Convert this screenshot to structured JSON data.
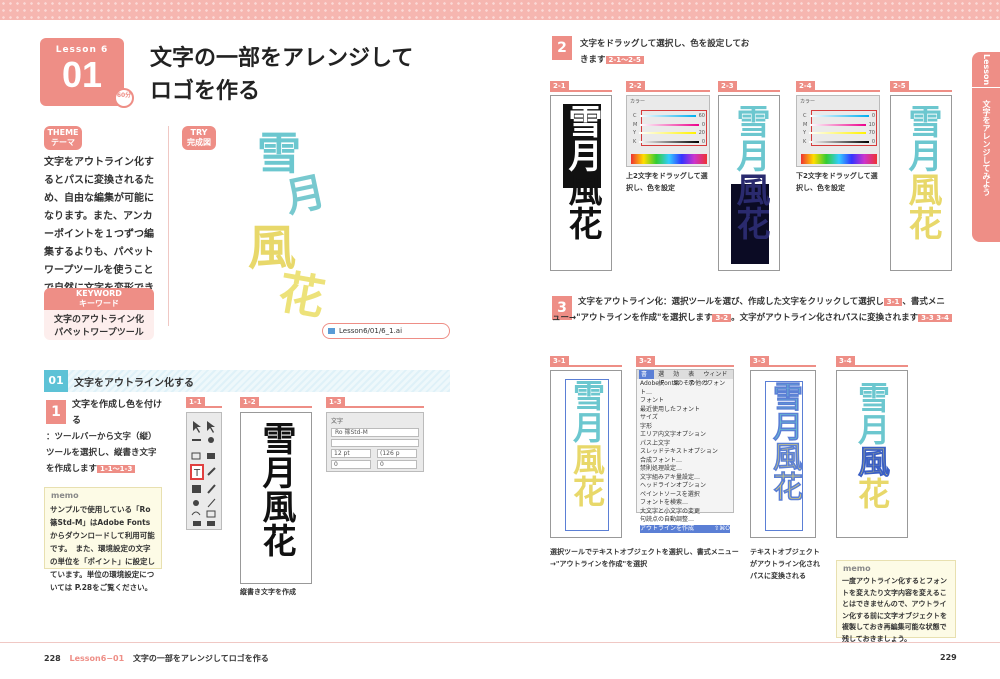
{
  "header": {
    "lesson_label": "Lesson 6",
    "lesson_number": "01",
    "timer": "60分",
    "title_line1": "文字の一部をアレンジして",
    "title_line2": "ロゴを作る"
  },
  "theme": {
    "label1": "THEME",
    "label2": "テーマ",
    "text": "文字をアウトライン化するとパスに変換されるため、自由な編集が可能になります。また、アンカーポイントを１つずつ編集するよりも、パペットワープツールを使うことで自然に文字を変形できます。"
  },
  "try_label": {
    "label1": "TRY",
    "label2": "完成図"
  },
  "keyword": {
    "label1": "KEYWORD",
    "label2": "キーワード",
    "line1": "文字のアウトライン化",
    "line2": "パペットワープツール"
  },
  "file": "Lesson6/01/6_1.ai",
  "section": {
    "number": "01",
    "title": "文字をアウトライン化する"
  },
  "step1": {
    "num": "1",
    "text_bold": "文字を作成し色を付ける",
    "text": "：ツールバーから文字（縦）ツールを選択し、縦書き文字を作成します",
    "ref": "1-1～1-3"
  },
  "memo1": {
    "head": "memo",
    "text": "サンプルで使用している「Ro 篠Std-M」はAdobe Fontsからダウンロードして利用可能です。　また、環境設定の文字の単位を「ポイント」に設定しています。単位の環境設定については P.28をご覧ください。"
  },
  "fig_tags": {
    "t11": "1-1",
    "t12": "1-2",
    "t13": "1-3",
    "t21": "2-1",
    "t22": "2-2",
    "t23": "2-3",
    "t24": "2-4",
    "t25": "2-5",
    "t31": "3-1",
    "t32": "3-2",
    "t33": "3-3",
    "t34": "3-4"
  },
  "caption12": "縦書き文字を作成",
  "char_panel": {
    "title": "文字",
    "font": "Ro 篠Std-M",
    "size": "12 pt",
    "leading": "(126 p",
    "tracking": "0",
    "kerning": "0"
  },
  "kanji": {
    "c1": "雪",
    "c2": "月",
    "c3": "風",
    "c4": "花"
  },
  "step2": {
    "num": "2",
    "text": "文字をドラッグして選択し、色を設定しておきます",
    "ref": "2-1～2-5"
  },
  "color_panel": {
    "title": "カラー",
    "c": "C",
    "m": "M",
    "y": "Y",
    "k": "K",
    "v1": [
      "60",
      "0",
      "20",
      "0"
    ],
    "v2": [
      "0",
      "10",
      "70",
      "0"
    ]
  },
  "caption22": "上2文字をドラッグして選択し、色を設定",
  "caption24": "下2文字をドラッグして選択し、色を設定",
  "step3": {
    "num": "3",
    "bold": "文字をアウトライン化",
    "text1": "：選択ツールを選び、作成した文字をクリックして選択し",
    "ref1": "3-1",
    "text2": "、書式メニュー→\"アウトラインを作成\"を選択します",
    "ref2": "3-2",
    "text3": "。文字がアウトライン化されパスに変換されます",
    "ref3": "3-3 3-4"
  },
  "menu_bar": [
    "書式",
    "選択",
    "効果",
    "表示",
    "ウィンドウ"
  ],
  "menu_items": [
    "Adobe Fontsのその他のフォント…",
    "フォント",
    "最近使用したフォント",
    "サイズ",
    "字形",
    "エリア内文字オプション",
    "パス上文字",
    "スレッドテキストオプション",
    "合成フォント…",
    "禁則処理設定…",
    "文字組みアキ量設定…",
    "ヘッドラインオプション",
    "ペイントソースを選択",
    "フォントを検索…",
    "大文字と小文字の変更",
    "句読点の自動調整…",
    "アウトラインを作成"
  ],
  "menu_shortcut": "⇧⌘O",
  "caption31": "選択ツールでテキストオブジェクトを選択し、書式メニュー→\"アウトラインを作成\"を選択",
  "caption33": "テキストオブジェクトがアウトライン化されパスに変換される",
  "memo2": {
    "head": "memo",
    "text": "一度アウトライン化するとフォントを変えたり文字内容を変えることはできませんので、アウトライン化する前に文字オブジェクトを複製しておき再編集可能な状態で残しておきましょう。"
  },
  "side_tab": {
    "lesson": "Lesson 6",
    "title": "文字をアレンジしてみよう"
  },
  "footer_left": {
    "page": "228",
    "lesson": "Lesson6−01",
    "title": "文字の一部をアレンジしてロゴを作る"
  },
  "footer_right": {
    "page": "229"
  },
  "colors": {
    "accent": "#ee8e86",
    "teal": "#5dc2d6",
    "yellow": "#e8d86a"
  }
}
